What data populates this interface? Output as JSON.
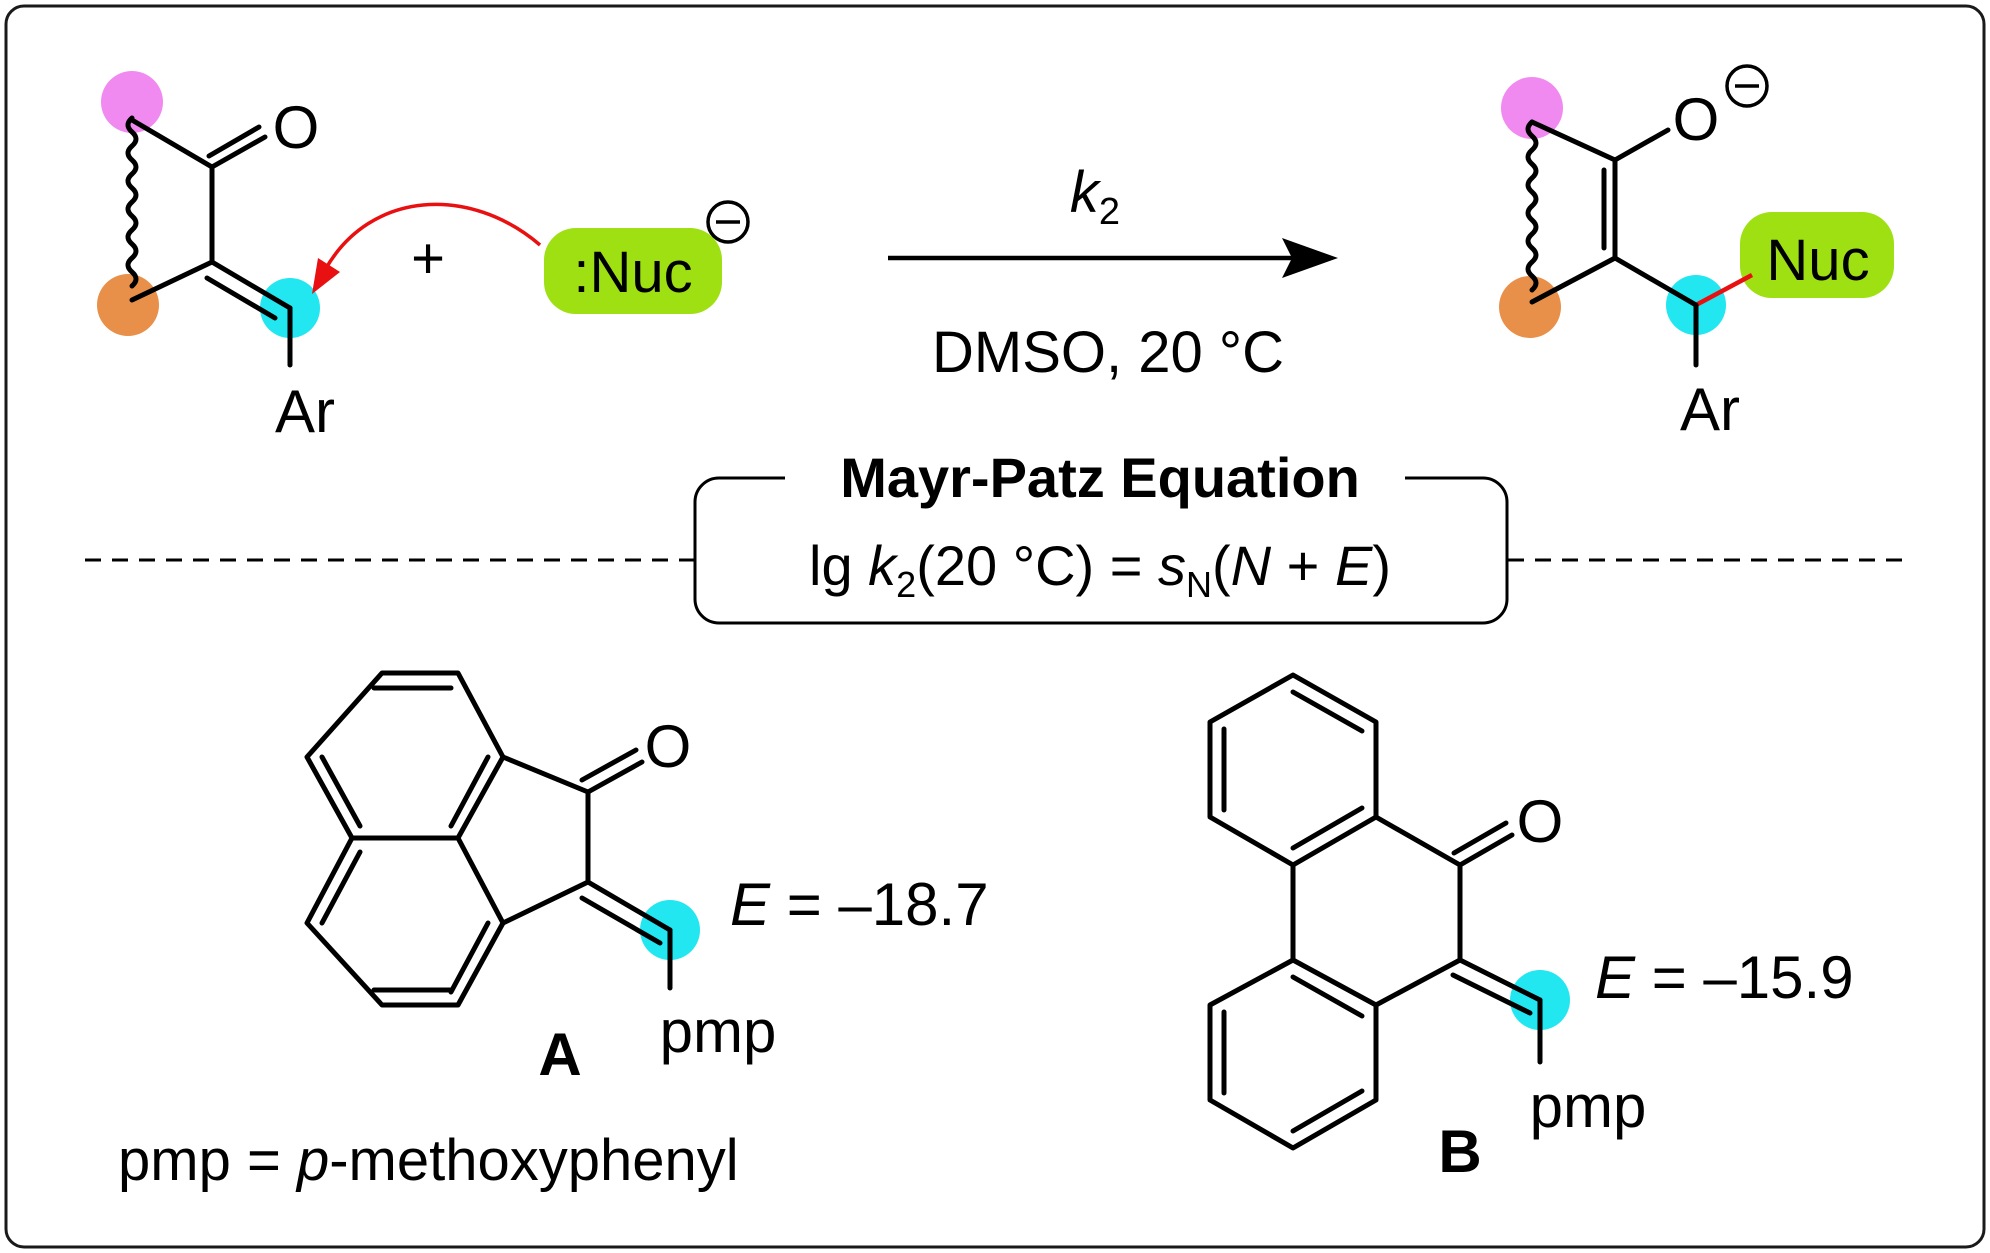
{
  "colors": {
    "frame": "#1a1a1a",
    "pink_dot": "#f08af0",
    "orange_dot": "#e8904a",
    "cyan_dot": "#22e6f0",
    "nuc_highlight": "#9ee011",
    "curved_arrow": "#e81010",
    "new_bond": "#e81010",
    "text": "#000000"
  },
  "icons": {
    "reaction_arrow": "arrow-right-icon",
    "curved_arrow": "curved-arrow-icon",
    "wavy_bond": "wavy-bond-icon",
    "negative_charge": "circled-minus-icon"
  },
  "reaction": {
    "reactant_oxygen": "O",
    "reactant_aryl": "Ar",
    "plus": "+",
    "nucleophile": ":Nuc",
    "rate_constant": "k",
    "rate_constant_sub": "2",
    "conditions": "DMSO, 20 °C",
    "product_oxygen": "O",
    "product_nuc": "Nuc",
    "product_aryl": "Ar"
  },
  "equation": {
    "title": "Mayr-Patz Equation",
    "lg": "lg ",
    "k": "k",
    "k_sub": "2",
    "temp": "(20 °C) = ",
    "s": "s",
    "s_sub": "N",
    "open": "(",
    "N": "N",
    "plus": " + ",
    "E": "E",
    "close": ")"
  },
  "compound_A": {
    "label": "A",
    "oxygen": "O",
    "substituent": "pmp",
    "E_symbol": "E",
    "E_value": " = –18.7"
  },
  "compound_B": {
    "label": "B",
    "oxygen": "O",
    "substituent": "pmp",
    "E_symbol": "E",
    "E_value": " = –15.9"
  },
  "footnote": {
    "prefix": "pmp = ",
    "p": "p",
    "suffix": "-methoxyphenyl"
  }
}
